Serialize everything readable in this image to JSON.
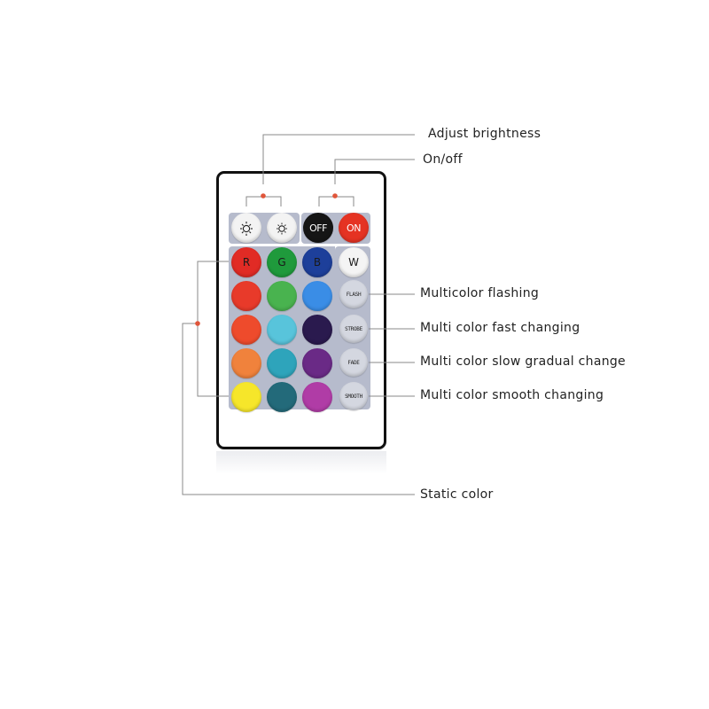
{
  "callouts": {
    "adjust_brightness": "Adjust brightness",
    "on_off": "On/off",
    "multicolor_flashing": "Multicolor flashing",
    "fast_changing": "Multi color fast changing",
    "slow_gradual": "Multi color slow gradual change",
    "smooth_changing": "Multi color smooth changing",
    "static_color": "Static color"
  },
  "buttons": {
    "brightness_up_icon": "sun-bright-icon",
    "brightness_down_icon": "sun-dim-icon",
    "off": "OFF",
    "on": "ON",
    "red": "R",
    "green": "G",
    "blue": "B",
    "white": "W",
    "flash": "FLASH",
    "strobe": "STROBE",
    "fade": "FADE",
    "smooth": "SMOOTH"
  },
  "colors": {
    "leader_line": "#8a8a8a",
    "leader_dot": "#e0553a",
    "panel": "#b6bbcc",
    "off_button": "#151515",
    "on_button": "#e53323",
    "red": "#e12b25",
    "green": "#1f9a3c",
    "blue": "#1d3f9a",
    "white": "#f4f4f4",
    "grid": [
      [
        "#e83a2a",
        "#49b34f",
        "#3a8de6"
      ],
      [
        "#ee4b2c",
        "#58c4db",
        "#2a1a4e"
      ],
      [
        "#f0823c",
        "#2ea4bb",
        "#6a2a86"
      ],
      [
        "#f6e62a",
        "#236a7a",
        "#b03ca6"
      ]
    ]
  }
}
